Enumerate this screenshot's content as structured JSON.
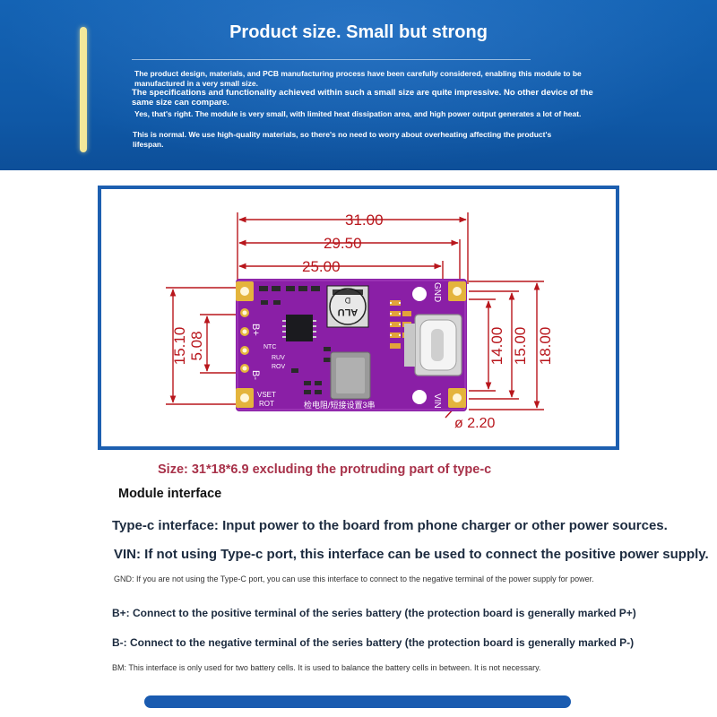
{
  "banner": {
    "title": "Product size. Small but strong",
    "lines": [
      "The product design, materials, and PCB manufacturing process have been carefully considered, enabling this module to be manufactured in a very small size.",
      "The specifications and functionality achieved within such a small size are quite impressive. No other device of the same size can compare.",
      "Yes, that's right. The module is very small, with limited heat dissipation area, and high power output generates a lot of heat.",
      "This is normal. We use high-quality materials, so there's no need to worry about overheating affecting the product's lifespan."
    ]
  },
  "diagram": {
    "dimensions": {
      "width_total": "31.00",
      "width_mid": "29.50",
      "width_inner": "25.00",
      "height_left_outer": "15.10",
      "height_left_inner": "5.08",
      "height_right_1": "14.00",
      "height_right_2": "15.00",
      "height_right_3": "18.00",
      "hole": "ø 2.20"
    },
    "pin_labels": {
      "b_plus": "B+",
      "b_minus": "B-",
      "gnd": "GND",
      "vin": "VIN",
      "ntc": "NTC",
      "ruv": "RUV",
      "rov": "ROV",
      "vset": "VSET",
      "rot": "ROT",
      "cap_line1": "ALU",
      "cap_line2": "D",
      "bottom_silk": "检电阻/短接设置3串"
    }
  },
  "size_line": "Size: 31*18*6.9 excluding the protruding part of type-c",
  "interface": {
    "title": "Module interface",
    "typec": "Type-c interface: Input power to the board from phone charger or other power sources.",
    "vin": "VIN: If not using Type-c port, this interface can be used to connect the positive power supply.",
    "gnd": "GND: If you are not using the Type-C port, you can use this interface to connect to the negative terminal of the power supply for power.",
    "bplus": "B+: Connect to the positive terminal of the series battery (the protection board is generally marked P+)",
    "bminus": "B-: Connect to the negative terminal of the series battery (the protection board is generally marked P-)",
    "bm": "BM: This interface is only used for two battery cells. It is used to balance the battery cells in between. It is not necessary."
  },
  "colors": {
    "banner": "#1463b4",
    "accent": "#f3e89a",
    "frame": "#1d5fb0",
    "pcb": "#8a1fa6",
    "dimension": "#b8161c",
    "size_text": "#a8324a"
  }
}
